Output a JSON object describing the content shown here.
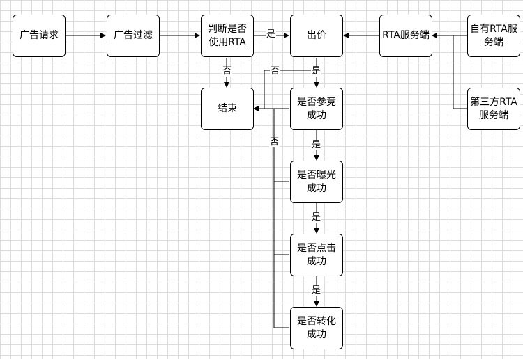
{
  "nodes": {
    "ad_request": "广告请求",
    "ad_filter": "广告过滤",
    "use_rta": "判断是否\n使用RTA",
    "bid": "出价",
    "rta_server": "RTA服务端",
    "own_rta": "自有RTA服\n务端",
    "third_rta": "第三方RTA\n服务端",
    "end": "结束",
    "bid_success": "是否参竞\n成功",
    "expose_success": "是否曝光\n成功",
    "click_success": "是否点击\n成功",
    "convert_success": "是否转化\n成功"
  },
  "edge_labels": {
    "rta_yes": "是",
    "rta_no": "否",
    "bid_yes": "是",
    "bid_no": "否",
    "expose_yes": "是",
    "click_yes": "是",
    "convert_yes": "是",
    "fail_no": "否"
  }
}
